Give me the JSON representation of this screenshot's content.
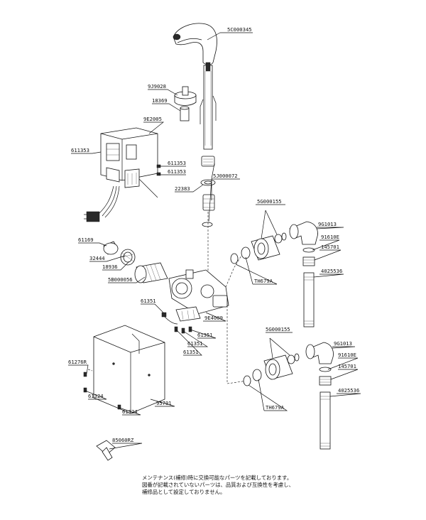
{
  "parts": {
    "spout": "5C000345",
    "lever_part": "9J9028",
    "aerator": "18369",
    "control_box": "9E2005",
    "screw_left": "611353",
    "screw_right_a": "611353",
    "screw_right_b": "611353",
    "washer_nut": "22383",
    "fitting_set": "5J000072",
    "cap_part": "61169",
    "filter_ring": "32444",
    "filter_body": "18936",
    "cartridge": "5B000056",
    "small_screw": "61351",
    "valve_unit": "9E4009",
    "screw_b1": "61351",
    "screw_b2": "61351",
    "screw_b3": "61351",
    "cover_screw": "61276R",
    "cover_screw_b": "61324",
    "cover_screw_c": "61324",
    "cover": "95701",
    "key": "85060RZ",
    "upper_check_set": "5G000155",
    "upper_elbow": "9G1013",
    "upper_gasket": "91610E",
    "upper_nut": "145701",
    "upper_pipe": "4025536",
    "upper_union": "TH679A",
    "lower_check_set": "5G000155",
    "lower_elbow": "9G1013",
    "lower_gasket": "91610E",
    "lower_nut": "145701",
    "lower_pipe": "4025536",
    "lower_union": "TH679A"
  },
  "note": {
    "line1": "メンテナンス(補修)時に交換可能なパーツを記載しております。",
    "line2": "図番が記載されていないパーツは、品質および互換性を考慮し、",
    "line3": "補修品として設定しておりません。"
  }
}
